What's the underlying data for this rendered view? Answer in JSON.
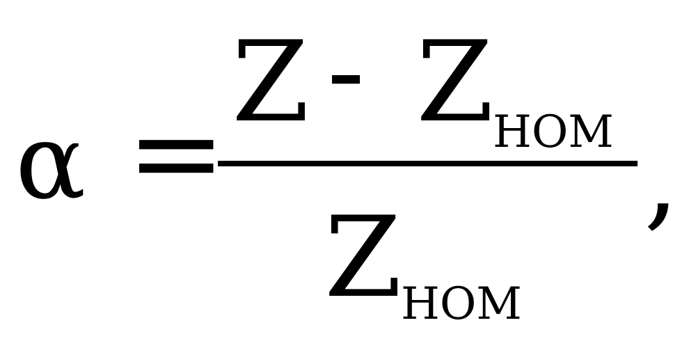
{
  "formula": {
    "lhs": "α",
    "equals": "=",
    "numerator": {
      "term1": "Z",
      "operator": "-",
      "term2": "Z",
      "term2_subscript": "НОМ"
    },
    "denominator": {
      "term": "Z",
      "subscript": "НОМ"
    },
    "trailing": ","
  }
}
